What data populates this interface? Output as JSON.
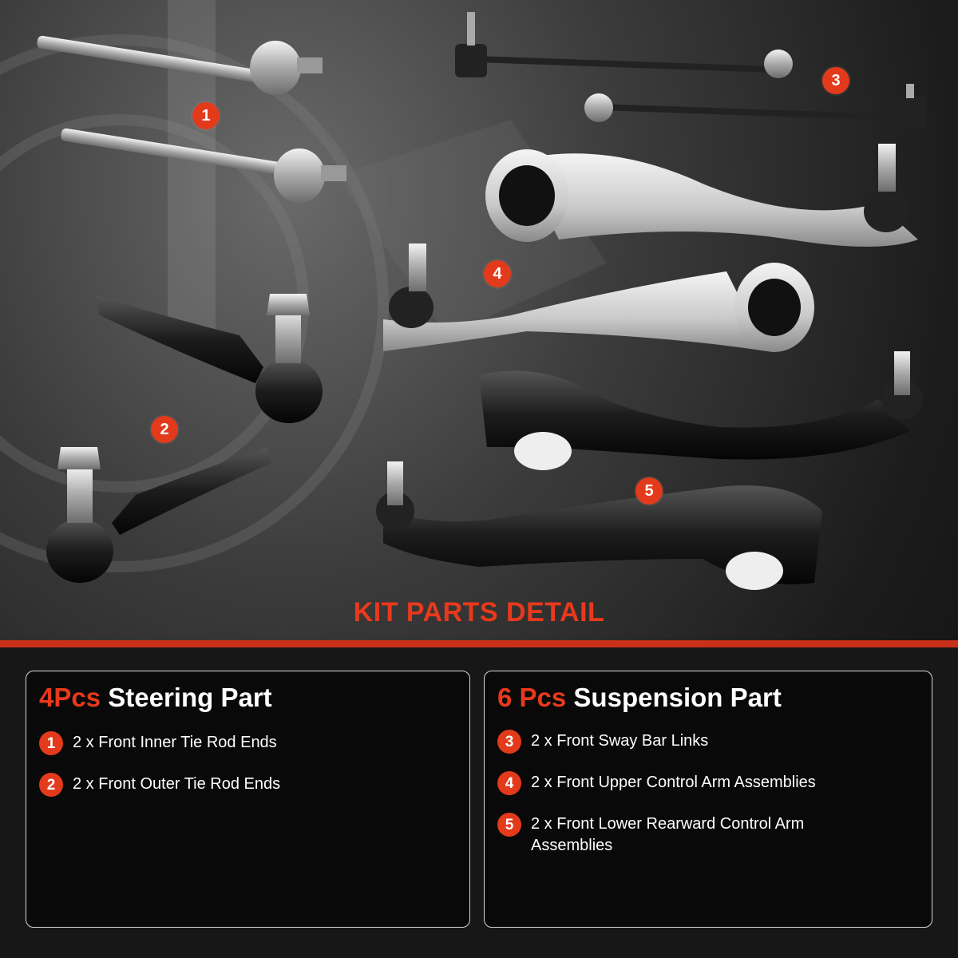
{
  "badges": [
    "1",
    "2",
    "3",
    "4",
    "5"
  ],
  "heading": "KIT PARTS DETAIL",
  "colors": {
    "accent": "#e33a1c",
    "panel_border": "#d8d8d8",
    "background": "#111111"
  },
  "steering": {
    "count": "4Pcs",
    "title": "Steering Part",
    "items": [
      {
        "num": "1",
        "text": "2 x Front Inner Tie Rod Ends"
      },
      {
        "num": "2",
        "text": "2 x Front Outer Tie Rod Ends"
      }
    ]
  },
  "suspension": {
    "count": "6 Pcs",
    "title": "Suspension Part",
    "items": [
      {
        "num": "3",
        "text": "2 x Front Sway Bar Links"
      },
      {
        "num": "4",
        "text": "2 x Front Upper Control Arm Assemblies"
      },
      {
        "num": "5",
        "text": "2 x Front Lower Rearward Control Arm Assemblies"
      }
    ]
  }
}
